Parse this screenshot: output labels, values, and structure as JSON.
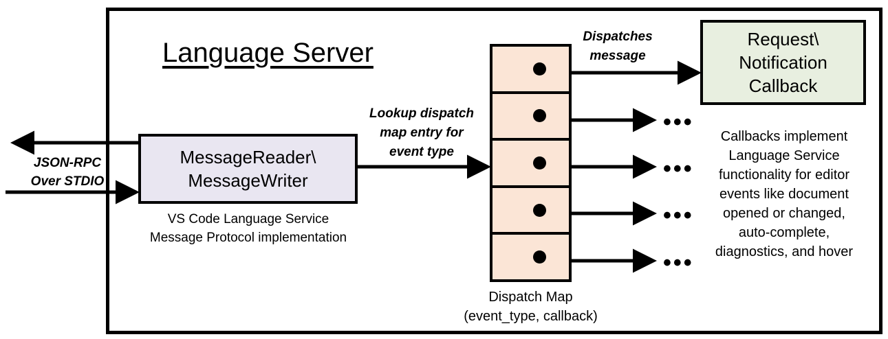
{
  "diagram": {
    "title": "Language Server",
    "frame_name": "language-server-boundary"
  },
  "io": {
    "protocol_label_line1": "JSON-RPC",
    "protocol_label_line2": "Over STDIO"
  },
  "message_box": {
    "line1": "MessageReader\\",
    "line2": "MessageWriter",
    "caption_line1": "VS Code Language Service",
    "caption_line2": "Message Protocol implementation",
    "fill": "#e9e6f1"
  },
  "lookup_arrow": {
    "label_line1": "Lookup dispatch",
    "label_line2": "map entry for",
    "label_line3": "event type"
  },
  "dispatch_map": {
    "caption_line1": "Dispatch Map",
    "caption_line2": "(event_type, callback)",
    "fill": "#fbe5d6",
    "rows": [
      {
        "id": "row-1"
      },
      {
        "id": "row-2"
      },
      {
        "id": "row-3"
      },
      {
        "id": "row-4"
      },
      {
        "id": "row-5"
      }
    ]
  },
  "dispatch_arrow": {
    "label_line1": "Dispatches",
    "label_line2": "message"
  },
  "callback_box": {
    "line1": "Request\\",
    "line2": "Notification",
    "line3": "Callback",
    "fill": "#e8efe0",
    "caption_line1": "Callbacks implement",
    "caption_line2": "Language Service",
    "caption_line3": "functionality for editor",
    "caption_line4": "events like document",
    "caption_line5": "opened or changed,",
    "caption_line6": "auto-complete,",
    "caption_line7": "diagnostics, and hover"
  },
  "ellipses": {
    "glyph": "•••"
  },
  "colors": {
    "stroke": "#000000",
    "background": "#ffffff"
  }
}
